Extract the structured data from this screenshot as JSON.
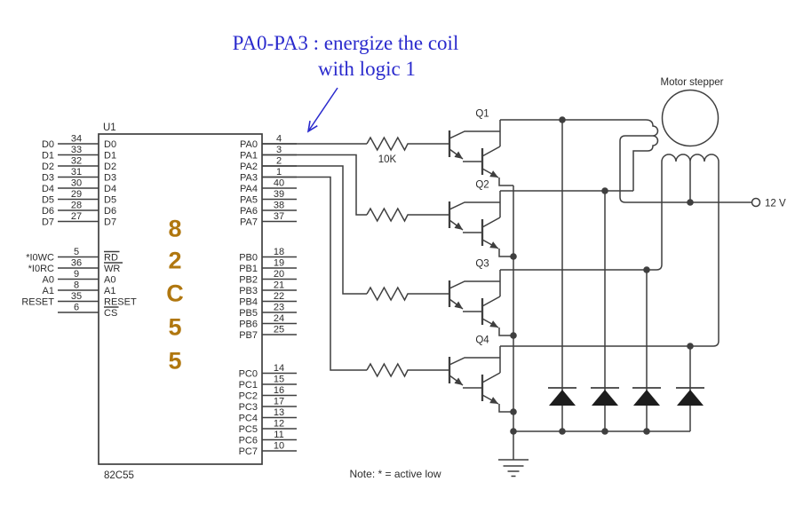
{
  "annotation": {
    "line1": "PA0-PA3 : energize the coil",
    "line2": "with logic 1"
  },
  "chip": {
    "refdes": "U1",
    "part_label": "82C55",
    "code_letters": [
      "8",
      "2",
      "C",
      "5",
      "5"
    ],
    "data_pins": [
      {
        "signal": "D0",
        "num": "34",
        "label": "D0"
      },
      {
        "signal": "D1",
        "num": "33",
        "label": "D1"
      },
      {
        "signal": "D2",
        "num": "32",
        "label": "D2"
      },
      {
        "signal": "D3",
        "num": "31",
        "label": "D3"
      },
      {
        "signal": "D4",
        "num": "30",
        "label": "D4"
      },
      {
        "signal": "D5",
        "num": "29",
        "label": "D5"
      },
      {
        "signal": "D6",
        "num": "28",
        "label": "D6"
      },
      {
        "signal": "D7",
        "num": "27",
        "label": "D7"
      }
    ],
    "ctrl_pins": [
      {
        "signal": "*I0WC",
        "num": "5",
        "label": "RD"
      },
      {
        "signal": "*I0RC",
        "num": "36",
        "label": "WR"
      },
      {
        "signal": "A0",
        "num": "9",
        "label": "A0"
      },
      {
        "signal": "A1",
        "num": "8",
        "label": "A1"
      },
      {
        "signal": "RESET",
        "num": "35",
        "label": "RESET"
      },
      {
        "signal": "",
        "num": "6",
        "label": "CS"
      }
    ],
    "pa_pins": [
      {
        "label": "PA0",
        "num": "4"
      },
      {
        "label": "PA1",
        "num": "3"
      },
      {
        "label": "PA2",
        "num": "2"
      },
      {
        "label": "PA3",
        "num": "1"
      },
      {
        "label": "PA4",
        "num": "40"
      },
      {
        "label": "PA5",
        "num": "39"
      },
      {
        "label": "PA6",
        "num": "38"
      },
      {
        "label": "PA7",
        "num": "37"
      }
    ],
    "pb_pins": [
      {
        "label": "PB0",
        "num": "18"
      },
      {
        "label": "PB1",
        "num": "19"
      },
      {
        "label": "PB2",
        "num": "20"
      },
      {
        "label": "PB3",
        "num": "21"
      },
      {
        "label": "PB4",
        "num": "22"
      },
      {
        "label": "PB5",
        "num": "23"
      },
      {
        "label": "PB6",
        "num": "24"
      },
      {
        "label": "PB7",
        "num": "25"
      }
    ],
    "pc_pins": [
      {
        "label": "PC0",
        "num": "14"
      },
      {
        "label": "PC1",
        "num": "15"
      },
      {
        "label": "PC2",
        "num": "16"
      },
      {
        "label": "PC3",
        "num": "17"
      },
      {
        "label": "PC4",
        "num": "13"
      },
      {
        "label": "PC5",
        "num": "12"
      },
      {
        "label": "PC6",
        "num": "11"
      },
      {
        "label": "PC7",
        "num": "10"
      }
    ]
  },
  "resistor_label": "10K",
  "transistor_labels": [
    "Q1",
    "Q2",
    "Q3",
    "Q4"
  ],
  "motor_label": "Motor stepper",
  "supply_label": "12 V",
  "note_text": "Note: * = active low",
  "colors": {
    "annotation_blue": "#2a2acd",
    "chip_code_bronze": "#b0770f",
    "wire": "#3f3f3f",
    "text": "#2b2b2b"
  }
}
